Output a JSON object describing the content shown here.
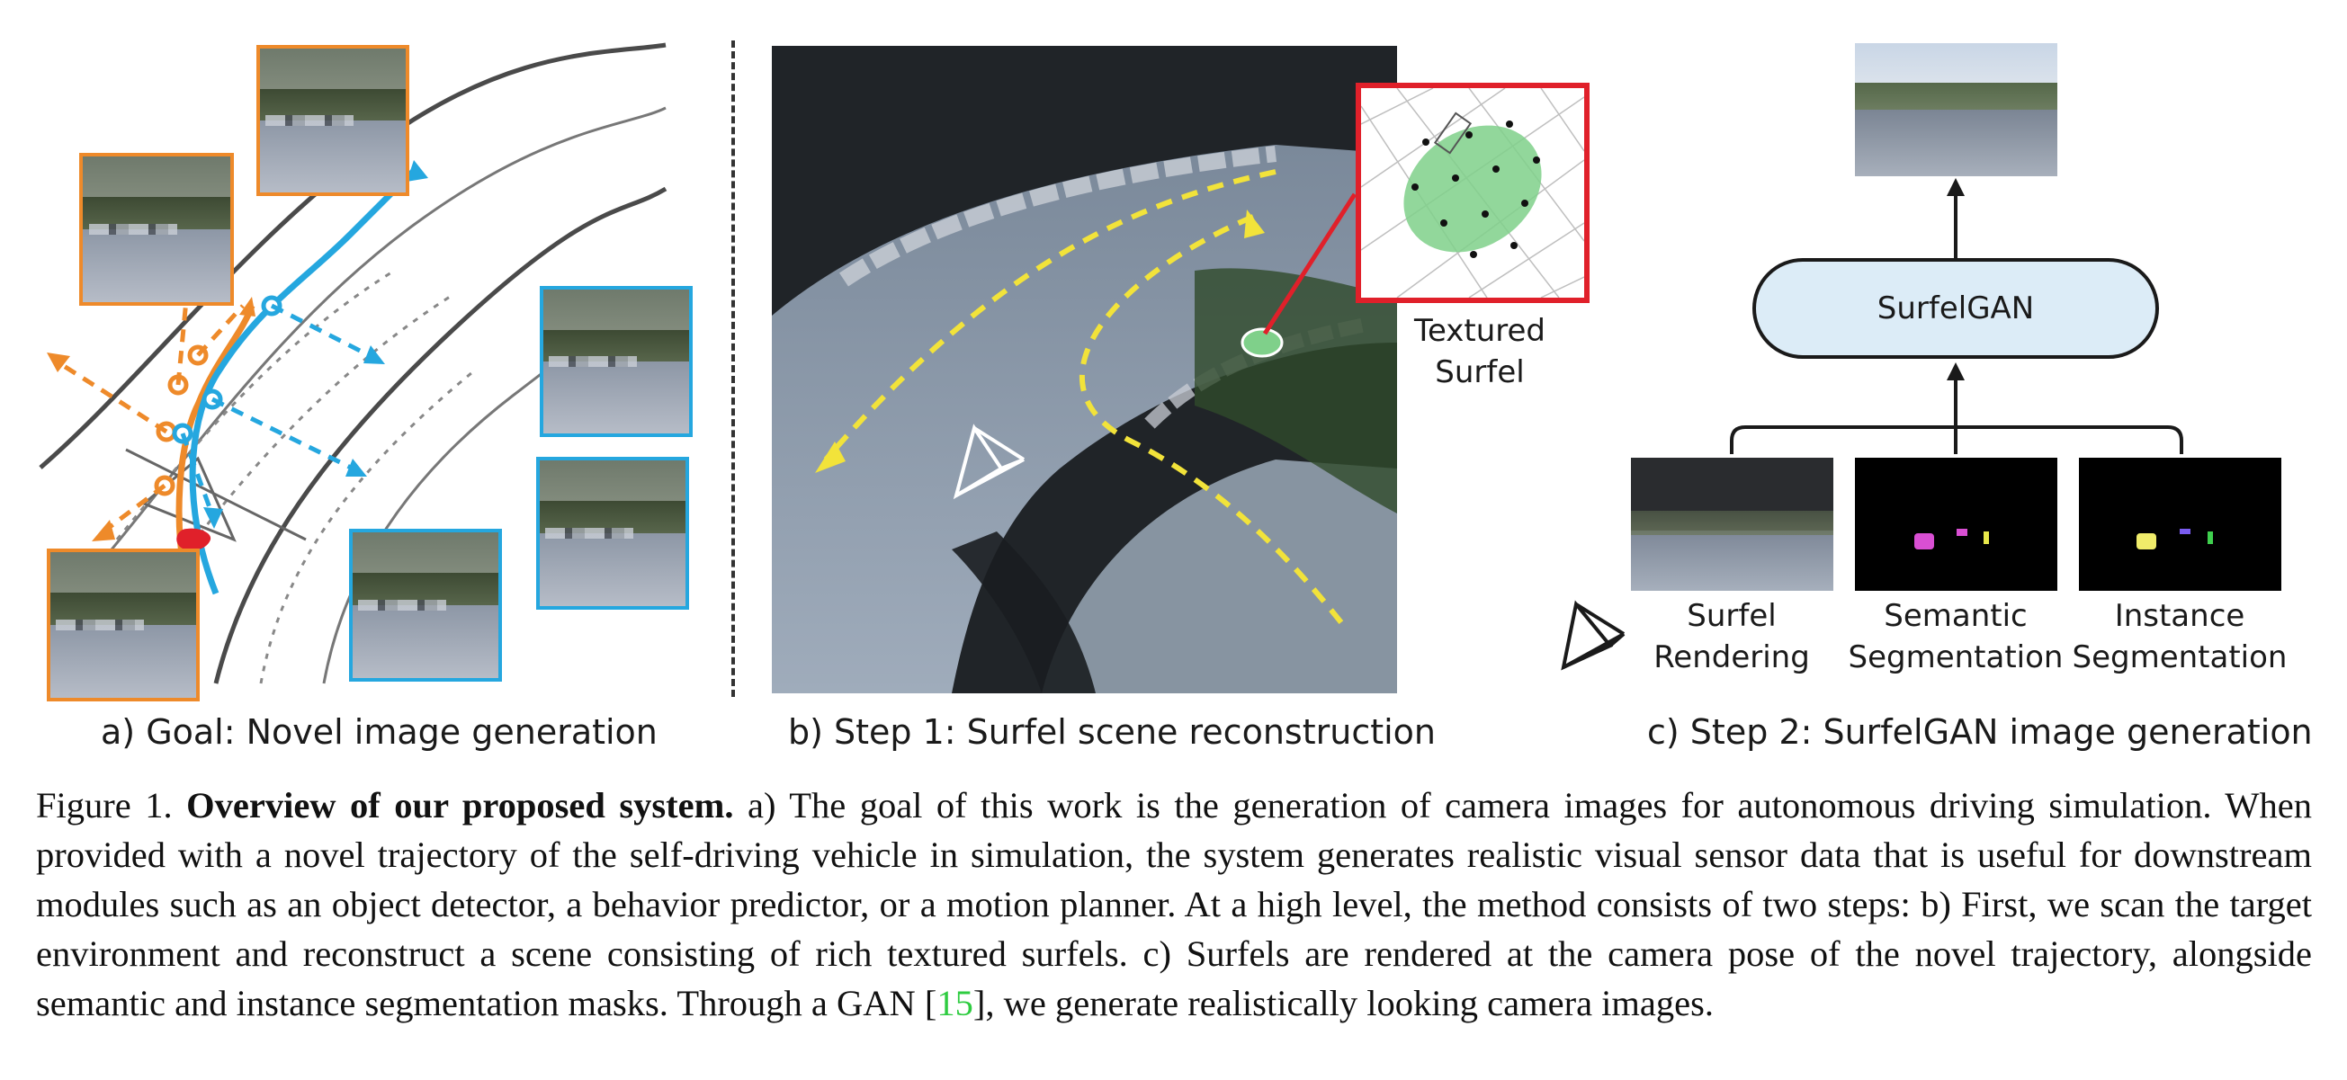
{
  "panels": {
    "a": {
      "caption": "a) Goal: Novel image generation"
    },
    "b": {
      "caption": "b) Step 1: Surfel scene reconstruction",
      "inset_label_line1": "Textured",
      "inset_label_line2": "Surfel"
    },
    "c": {
      "caption": "c) Step 2: SurfelGAN image generation",
      "model_label": "SurfelGAN",
      "inputs": [
        {
          "line1": "Surfel",
          "line2": "Rendering"
        },
        {
          "line1": "Semantic",
          "line2": "Segmentation"
        },
        {
          "line1": "Instance",
          "line2": "Segmentation"
        }
      ]
    }
  },
  "figure_caption": {
    "prefix": "Figure 1. ",
    "bold": "Overview of our proposed system.",
    "body": " a) The goal of this work is the generation of camera images for autonomous driving simulation. When provided with a novel trajectory of the self-driving vehicle in simulation, the system generates realistic visual sensor data that is useful for downstream modules such as an object detector, a behavior predictor, or a motion planner. At a high level, the method consists of two steps: b) First, we scan the target environment and reconstruct a scene consisting of rich textured surfels. c) Surfels are rendered at the camera pose of the novel trajectory, alongside semantic and instance segmentation masks. Through a GAN [",
    "cite": "15",
    "tail": "], we generate realistically looking camera images."
  },
  "colors": {
    "orange": "#ee8a2a",
    "blue": "#25a7df",
    "yellow": "#f2e33a",
    "red": "#e0202a",
    "surfel_green": "#7fd08a",
    "gan_fill": "#dcecf7",
    "citation_green": "#2ecc40"
  }
}
